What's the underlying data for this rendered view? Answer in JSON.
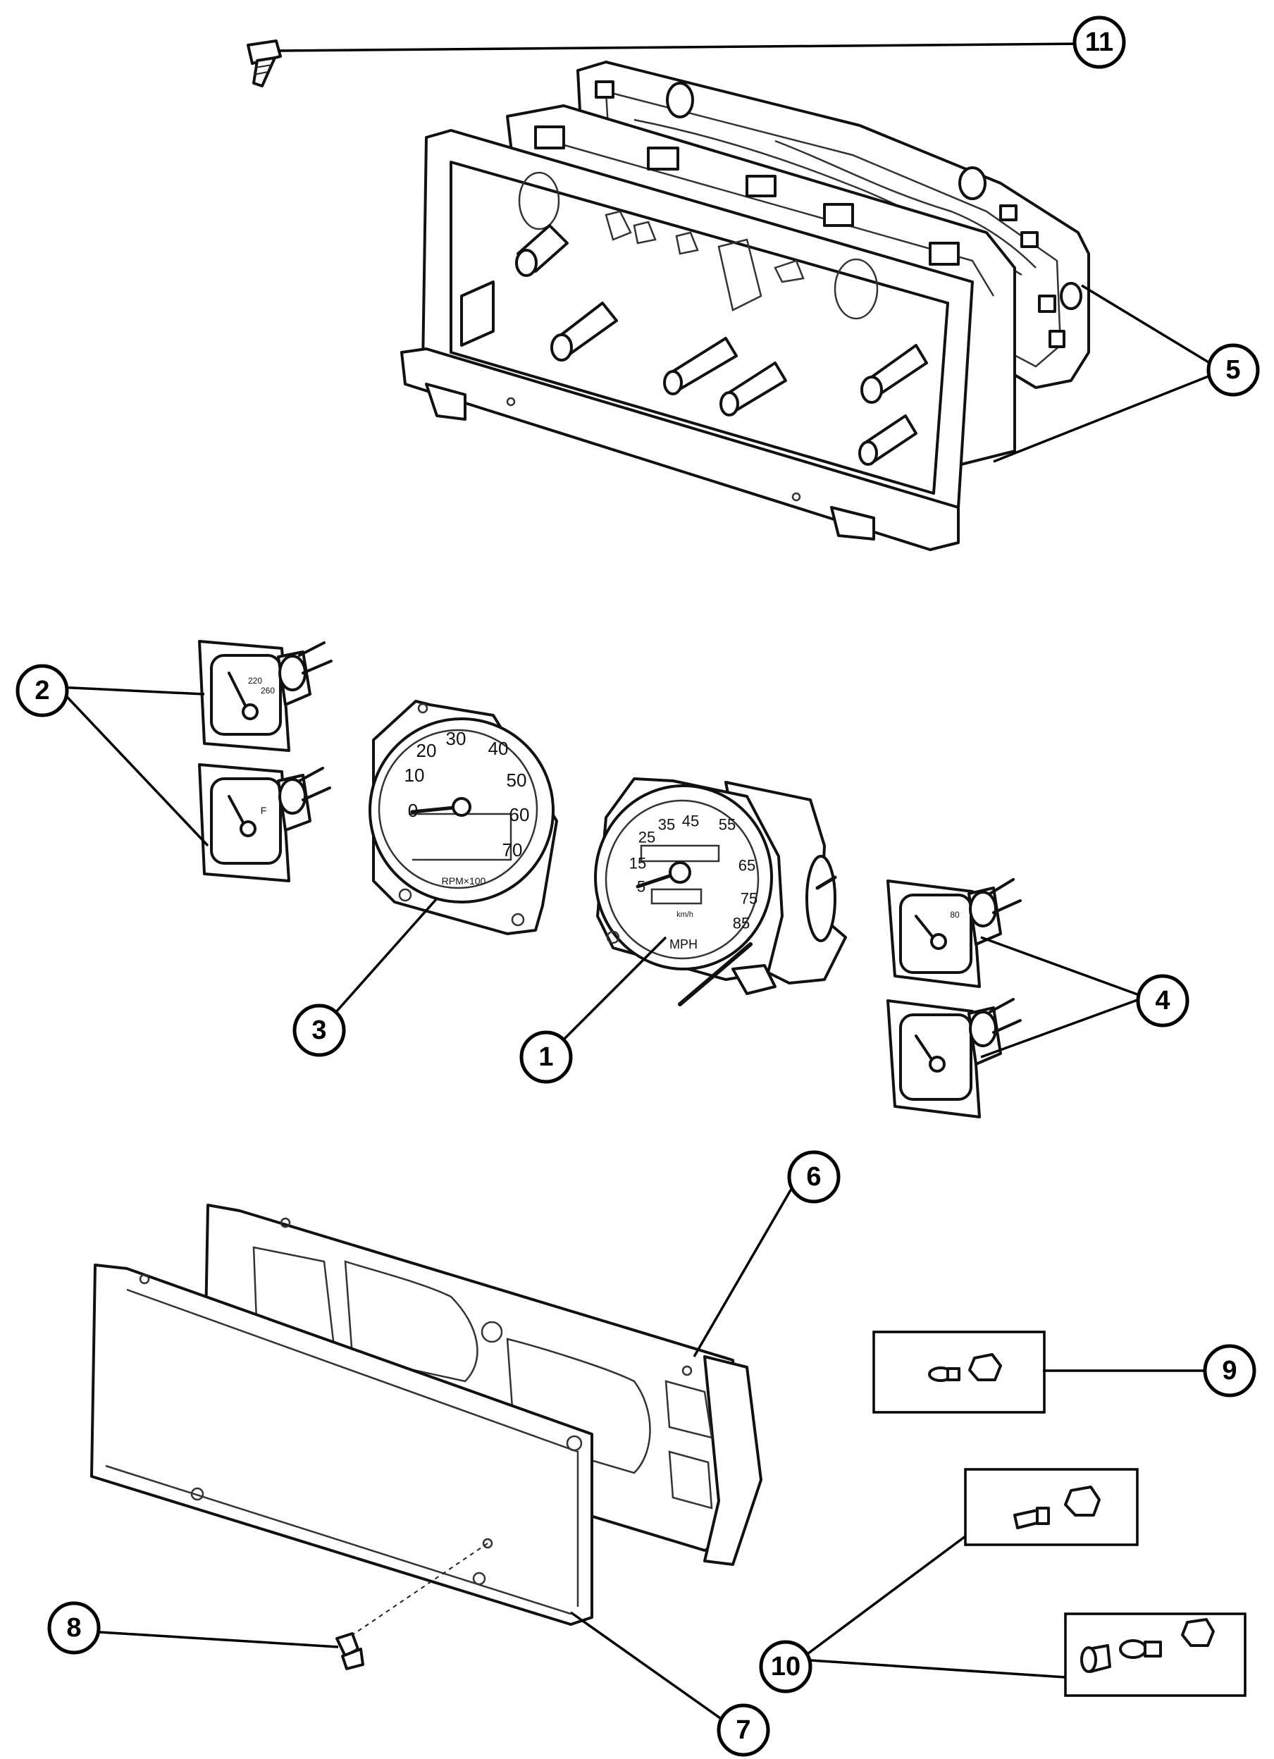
{
  "callouts": [
    "1",
    "2",
    "3",
    "4",
    "5",
    "6",
    "7",
    "8",
    "9",
    "10",
    "11"
  ],
  "tachometer": {
    "scale": [
      "0",
      "10",
      "20",
      "30",
      "40",
      "50",
      "60",
      "70"
    ],
    "unit": "RPM×100"
  },
  "speedometer": {
    "scale": [
      "5",
      "15",
      "25",
      "35",
      "45",
      "55",
      "65",
      "75",
      "85"
    ],
    "unit": "MPH",
    "sub_unit": "km/h"
  },
  "gauges": {
    "temp_scale": [
      "220",
      "260"
    ],
    "fuel_mark": "F",
    "oil_mark": "80"
  }
}
